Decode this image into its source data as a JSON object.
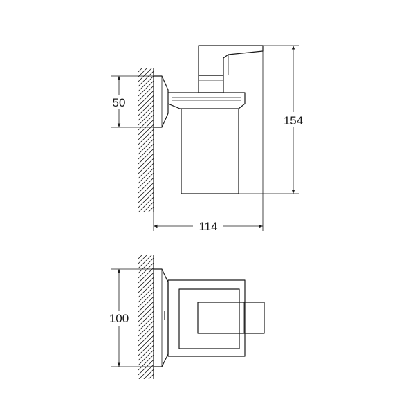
{
  "dimensions": {
    "height_mount": "50",
    "total_height": "154",
    "projection": "114",
    "plate_height": "100"
  },
  "colors": {
    "line": "#1a1a1a",
    "background": "#ffffff"
  }
}
